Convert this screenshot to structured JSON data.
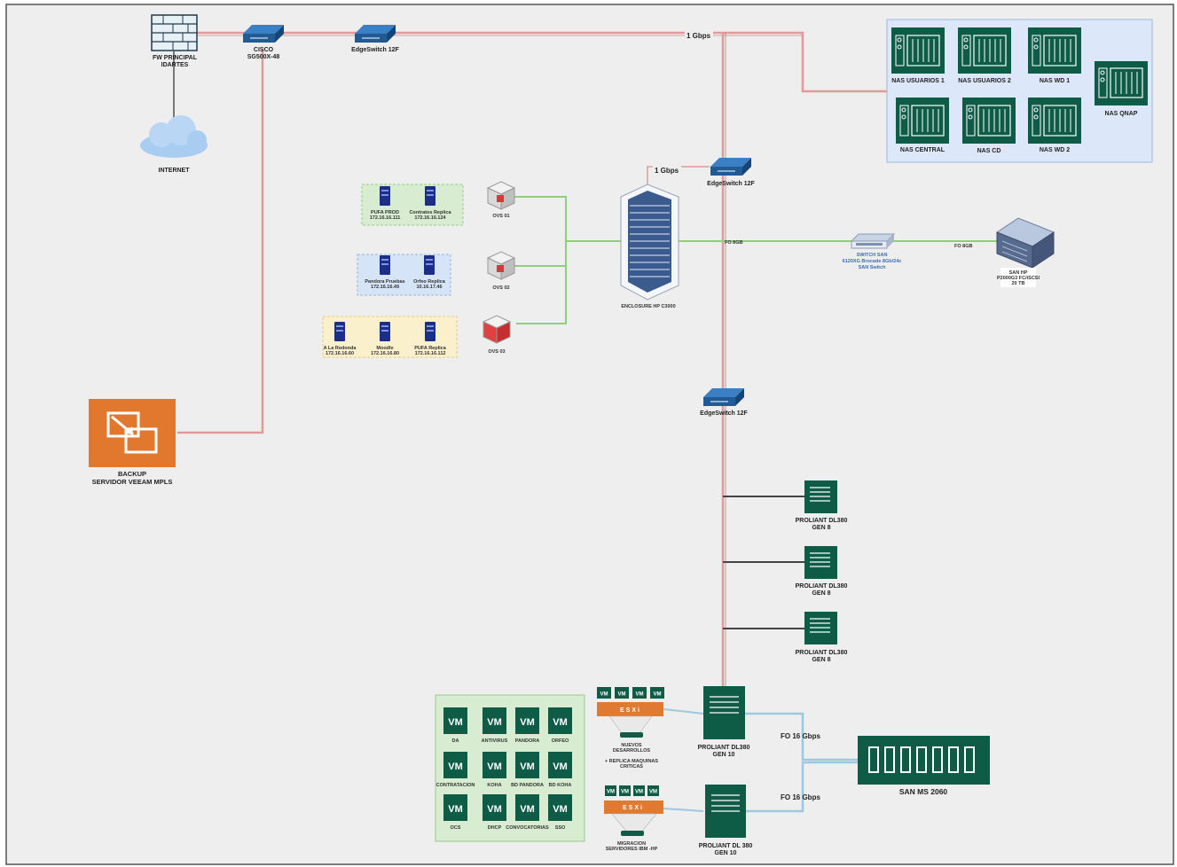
{
  "colors": {
    "frame_bg": "#eeeeee",
    "nas_green": "#0e5c45",
    "nas_group_bg": "#dce8fa",
    "backup_orange": "#e1782e",
    "esxi_orange": "#e07a31",
    "red_link": "#e09a9a",
    "green_link": "#8fcf7a",
    "blue_link": "#9cc8e0",
    "dark_link": "#444444"
  },
  "labels": {
    "fw": [
      "FW PRINCIPAL",
      "IDARTES"
    ],
    "internet": "INTERNET",
    "cisco": [
      "CISCO",
      "SG500X-48"
    ],
    "edge_top": "EdgeSwitch 12F",
    "edge_mid": "EdgeSwitch 12F",
    "edge_low": "EdgeSwitch 12F",
    "gbps_top": "1 Gbps",
    "gbps_mid": "1 Gbps",
    "enclosure": "ENCLOSURE HP C3000",
    "fo8_left": "FO 8GB",
    "fo8_right": "FO 8GB",
    "san_switch": [
      "SWITCH  SAN",
      "6120XG Brocade 8Gb/24c",
      "SAN Switch"
    ],
    "san_hp": [
      "SAN HP",
      "P2000G3 FC/iSCSI",
      "20 TB"
    ],
    "backup": [
      "BACKUP",
      "SERVIDOR VEEAM MPLS"
    ],
    "proliant_g8": [
      "PROLIANT DL380",
      "GEN 8"
    ],
    "proliant_g10_a": [
      "PROLIANT DL380",
      "GEN 10"
    ],
    "proliant_g10_b": [
      "PROLIANT DL 380",
      "GEN 10"
    ],
    "fo16_a": "FO 16 Gbps",
    "fo16_b": "FO 16 Gbps",
    "san_ms": "SAN MS 2060",
    "esxi": "ESXi",
    "nuevos": [
      "NUEVOS",
      "DESARROLLOS"
    ],
    "replica_note": [
      "+ REPLICA MAQUINAS",
      "CRITICAS"
    ],
    "migracion": [
      "MIGRACION",
      "SERVIDORES IBM -HP"
    ],
    "vm": "VM"
  },
  "nas_devices": [
    "NAS USUARIOS 1",
    "NAS USUARIOS 2",
    "NAS WD 1",
    "NAS QNAP",
    "NAS CENTRAL",
    "NAS CD",
    "NAS WD 2"
  ],
  "ovs": [
    {
      "name": "OVS 01",
      "servers": [
        {
          "name": "PUFA PROD",
          "ip": "172.16.16.111"
        },
        {
          "name": "Contratos Replica",
          "ip": "172.16.16.124"
        }
      ]
    },
    {
      "name": "OVS 02",
      "servers": [
        {
          "name": "Pandora Pruebas",
          "ip": "172.16.16.49"
        },
        {
          "name": "Orfeo Replica",
          "ip": "10.16.17.46"
        }
      ]
    },
    {
      "name": "OVS 03",
      "servers": [
        {
          "name": "A La Redonda",
          "ip": "172.16.16.60"
        },
        {
          "name": "Moodle",
          "ip": "172.16.16.80"
        },
        {
          "name": "PUFA Replica",
          "ip": "172.16.16.112"
        }
      ]
    }
  ],
  "vm_grid": [
    "DA",
    "ANTIVIRUS",
    "PANDORA",
    "ORFEO",
    "CONTRATACION",
    "KOHA",
    "BD PANDORA",
    "BD KOHA",
    "OCS",
    "DHCP",
    "CONVOCATORIAS",
    "SSO"
  ]
}
